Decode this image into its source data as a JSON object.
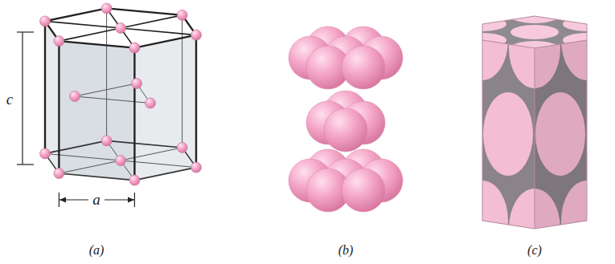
{
  "diagram": {
    "labels": [
      "c",
      "a",
      "(a)",
      "(b)",
      "(c)"
    ]
  }
}
